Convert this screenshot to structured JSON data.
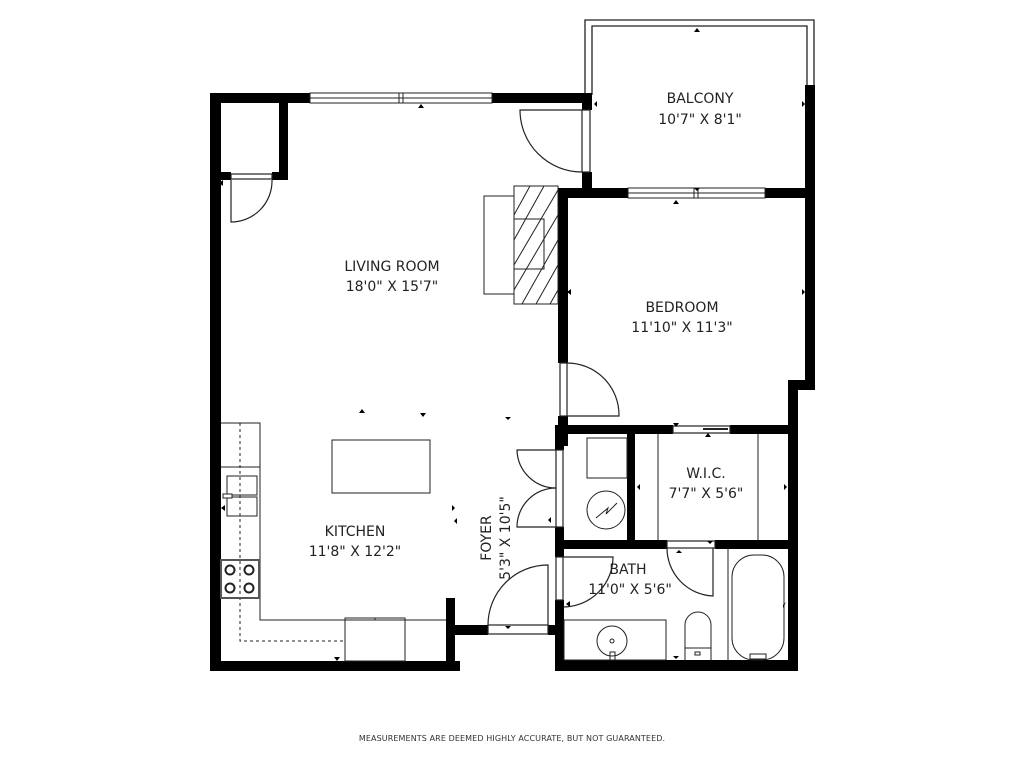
{
  "floorplan": {
    "rooms": [
      {
        "id": "balcony",
        "name": "BALCONY",
        "dimensions": "10'7\" X 8'1\""
      },
      {
        "id": "living-room",
        "name": "LIVING ROOM",
        "dimensions": "18'0\" X 15'7\""
      },
      {
        "id": "bedroom",
        "name": "BEDROOM",
        "dimensions": "11'10\" X 11'3\""
      },
      {
        "id": "wic",
        "name": "W.I.C.",
        "dimensions": "7'7\" X 5'6\""
      },
      {
        "id": "kitchen",
        "name": "KITCHEN",
        "dimensions": "11'8\" X 12'2\""
      },
      {
        "id": "foyer",
        "name": "FOYER",
        "dimensions": "5'3\" X 10'5\""
      },
      {
        "id": "bath",
        "name": "BATH",
        "dimensions": "11'0\" X 5'6\""
      }
    ],
    "disclaimer": "MEASUREMENTS ARE DEEMED HIGHLY ACCURATE, BUT NOT GUARANTEED.",
    "colors": {
      "wall": "#000000",
      "line": "#222222",
      "background": "#ffffff",
      "text": "#222222"
    }
  }
}
